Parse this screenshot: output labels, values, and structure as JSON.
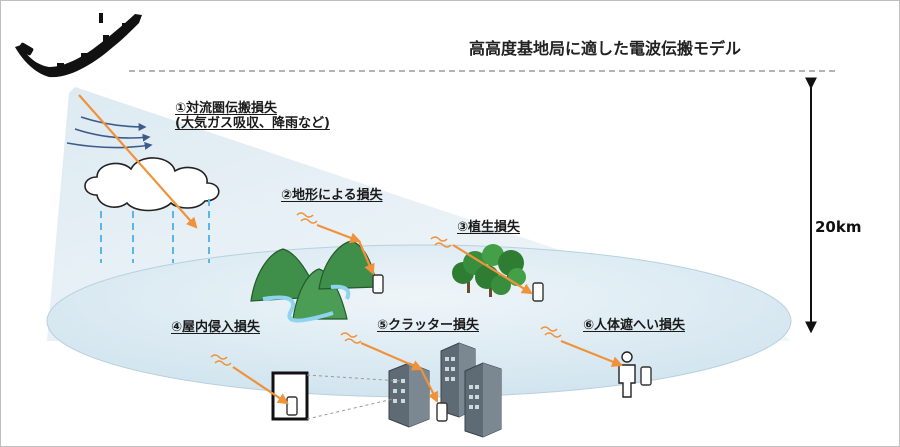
{
  "title": "高高度基地局に適した電波伝搬モデル",
  "altitude_label": "20km",
  "losses": [
    {
      "label": "①対流圏伝搬損失",
      "sub": "(大気ガス吸収、降雨など)"
    },
    {
      "label": "②地形による損失"
    },
    {
      "label": "③植生損失"
    },
    {
      "label": "④屋内侵入損失"
    },
    {
      "label": "⑤クラッター損失"
    },
    {
      "label": "⑥人体遮へい損失"
    }
  ],
  "colors": {
    "ray": "#f0923a",
    "beam": "#dbe9f1",
    "ground": "#d8e9f1",
    "rain": "#58b6e8",
    "mountain": "#3f8f4a",
    "river": "#8fd3ef",
    "tree": "#2e7d32",
    "building": "#5f6b74",
    "wind": "#3d5a8c"
  },
  "icons": [
    "haps-aircraft-icon",
    "cloud-icon",
    "mountain-icon",
    "tree-icon",
    "building-icon",
    "person-icon",
    "smartphone-icon",
    "house-icon",
    "wave-icon",
    "arrow-icon"
  ]
}
